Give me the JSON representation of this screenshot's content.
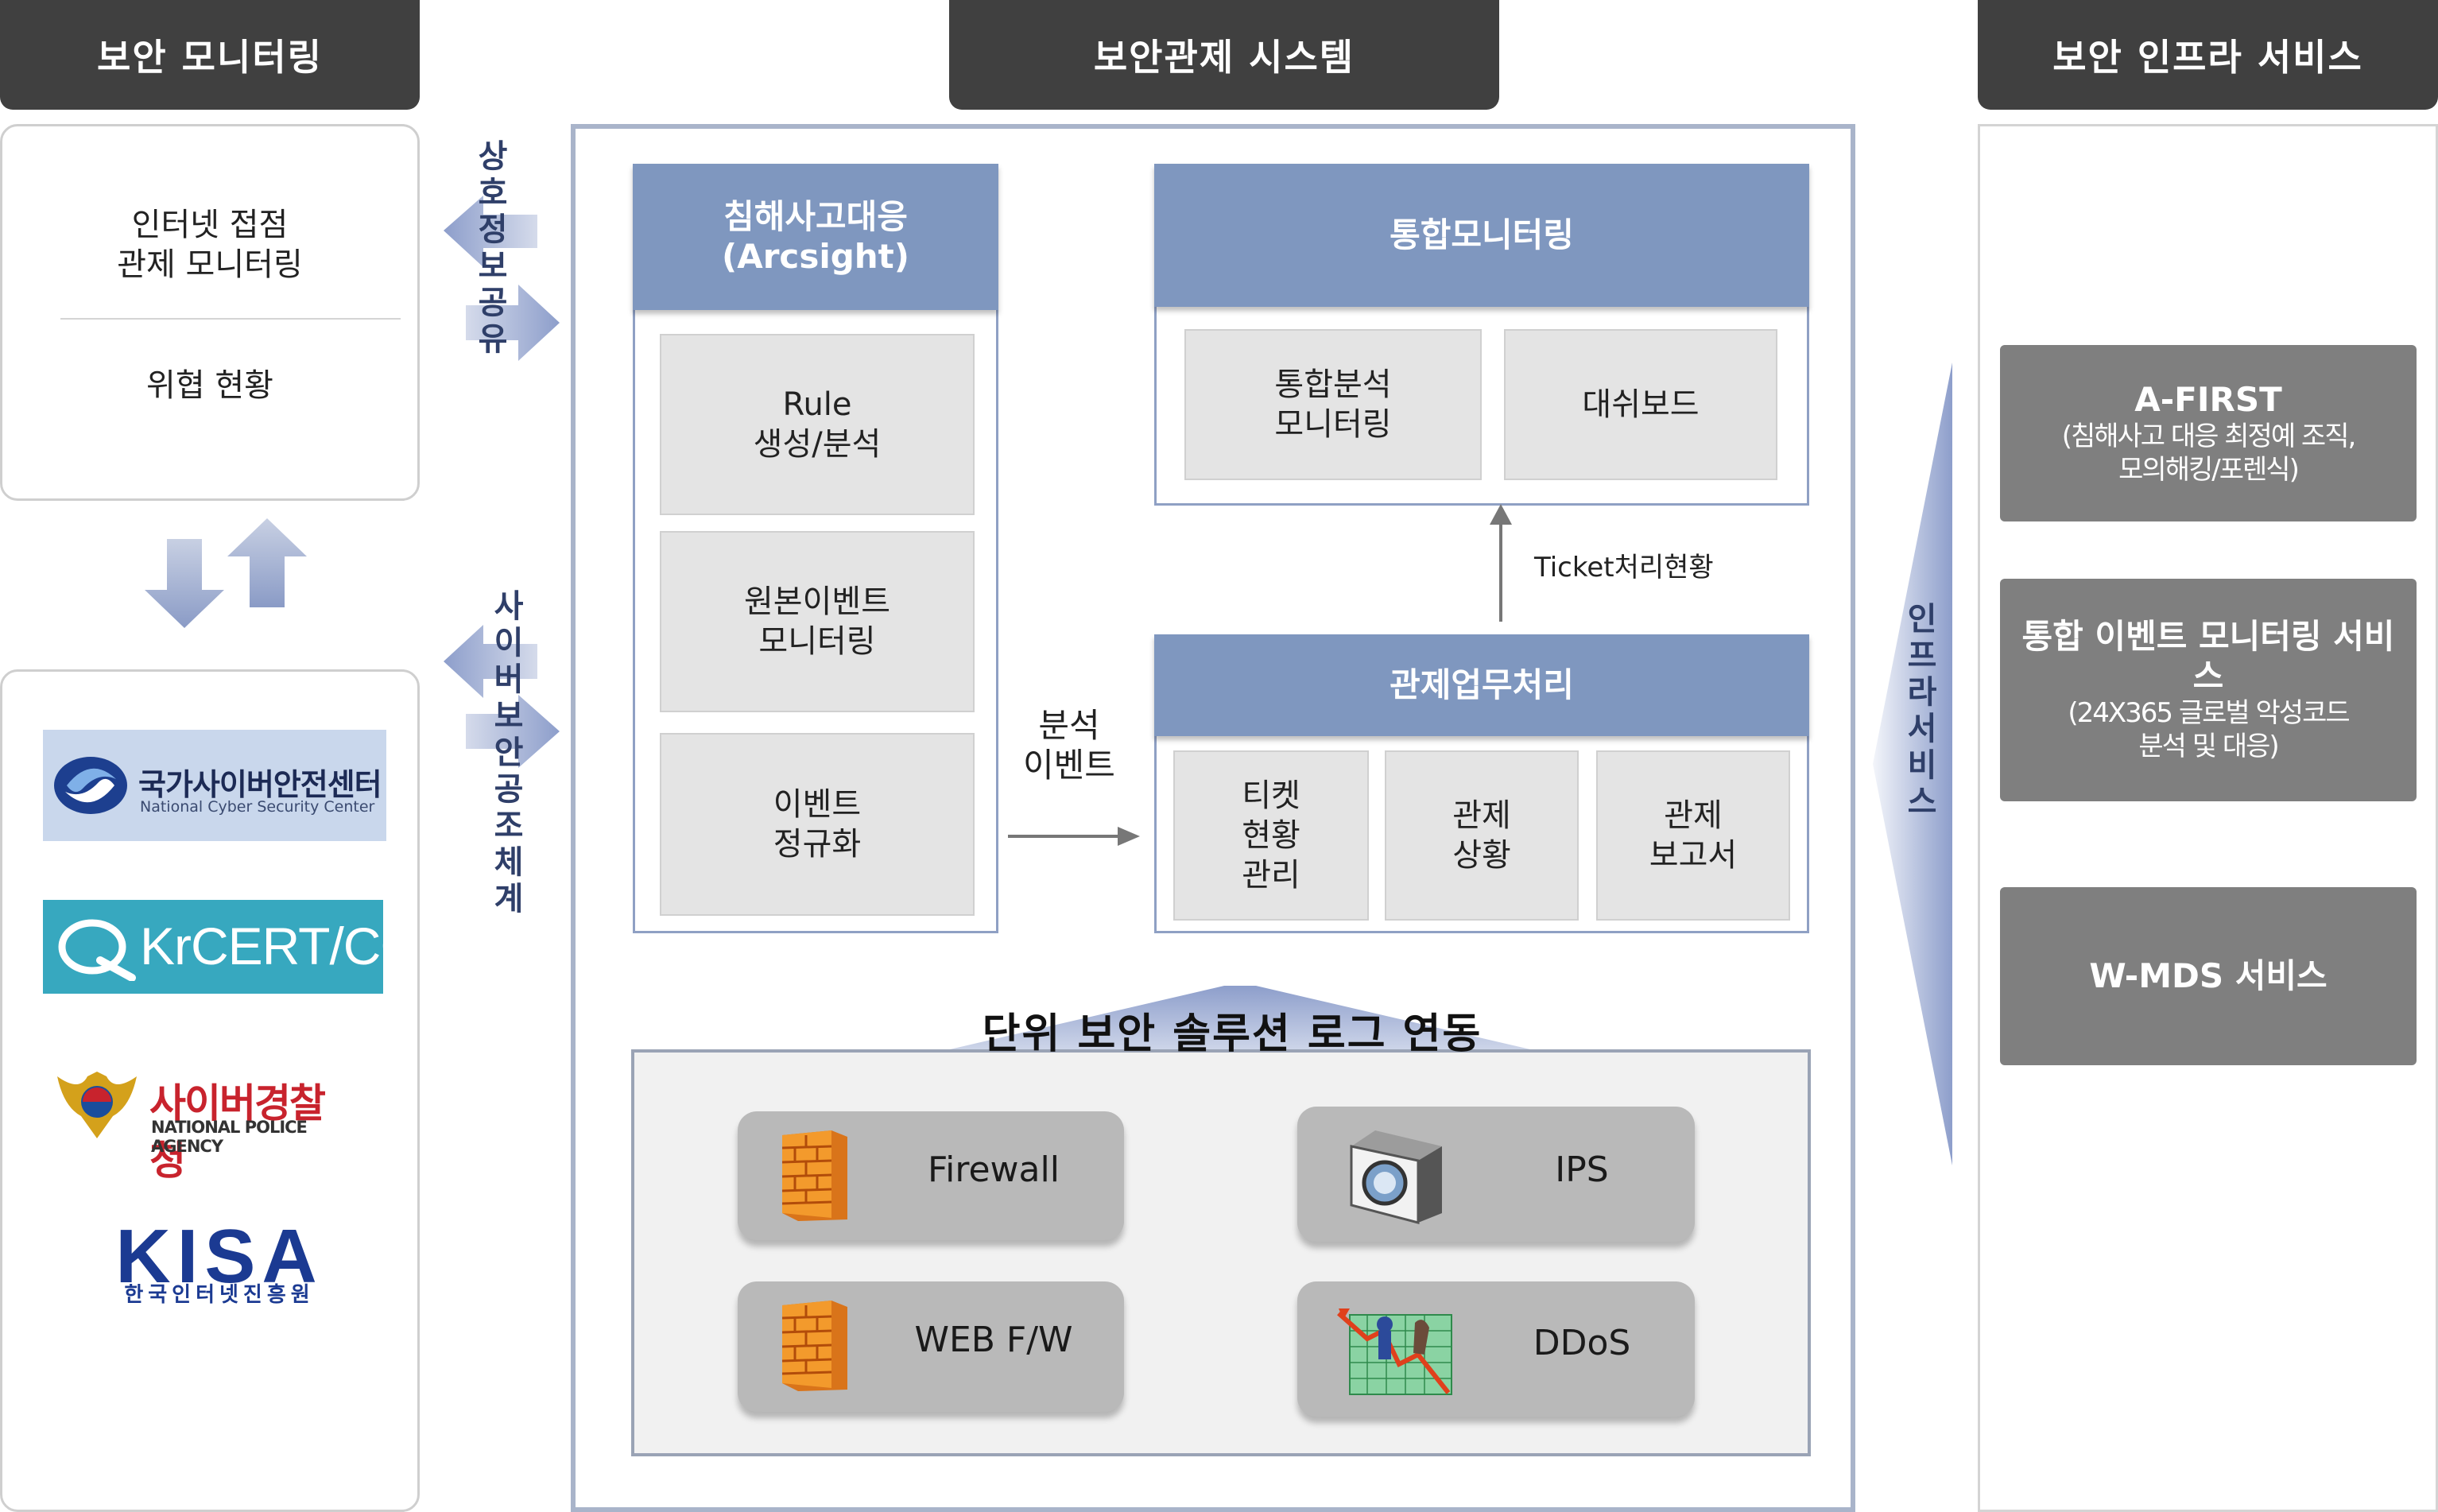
{
  "headers": {
    "left": "보안 모니터링",
    "center": "보안관제 시스템",
    "right": "보안 인프라 서비스"
  },
  "left_top": {
    "line1": "인터넷 접점",
    "line2": "관제 모니터링",
    "threat": "위협 현황"
  },
  "left_labels": {
    "info_share": [
      "상",
      "호",
      "정",
      "보",
      "공",
      "유"
    ],
    "cyber_cooperation": [
      "사",
      "이",
      "버",
      "보",
      "안",
      "공",
      "조",
      "체",
      "계"
    ]
  },
  "logos": {
    "ncsc_ko": "국가사이버안전센터",
    "ncsc_en": "National Cyber Security Center",
    "krcert": "KrCERT/CC",
    "police_ko": "사이버경찰청",
    "police_en": "NATIONAL POLICE AGENCY",
    "kisa": "KISA",
    "kisa_ko": "한국인터넷진흥원"
  },
  "center": {
    "incident": {
      "title_line1": "침해사고대응",
      "title_line2": "(Arcsight)",
      "items": [
        {
          "line1": "Rule",
          "line2": "생성/분석"
        },
        {
          "line1": "원본이벤트",
          "line2": "모니터링"
        },
        {
          "line1": "이벤트",
          "line2": "정규화"
        }
      ]
    },
    "integrated": {
      "title": "통합모니터링",
      "items": [
        {
          "line1": "통합분석",
          "line2": "모니터링"
        },
        {
          "line1": "대쉬보드",
          "line2": ""
        }
      ]
    },
    "ticket_label": "Ticket처리현황",
    "analysis_event": {
      "line1": "분석",
      "line2": "이벤트"
    },
    "ops": {
      "title": "관제업무처리",
      "items": [
        {
          "line1": "티켓",
          "line2": "현황",
          "line3": "관리"
        },
        {
          "line1": "관제",
          "line2": "상황",
          "line3": ""
        },
        {
          "line1": "관제",
          "line2": "보고서",
          "line3": ""
        }
      ]
    },
    "solutions": {
      "title": "단위 보안 솔루션 로그 연동",
      "items": {
        "firewall": "Firewall",
        "ips": "IPS",
        "webfw": "WEB F/W",
        "ddos": "DDoS"
      }
    }
  },
  "right": {
    "infra_label": [
      "인",
      "프",
      "라",
      "서",
      "비",
      "스"
    ],
    "services": [
      {
        "title": "A-FIRST",
        "sub1": "(침해사고 대응 최정예 조직,",
        "sub2": "모의해킹/포렌식)"
      },
      {
        "title": "통합 이벤트 모니터링 서비스",
        "sub1": "(24X365 글로벌 악성코드",
        "sub2": "분석 및 대응)"
      },
      {
        "title": "W-MDS 서비스",
        "sub1": "",
        "sub2": ""
      }
    ]
  },
  "colors": {
    "header_bg": "#404040",
    "group_head": "#7f97bf",
    "service_bg": "#7f7f7f",
    "arrow": "#8e9fc8"
  }
}
